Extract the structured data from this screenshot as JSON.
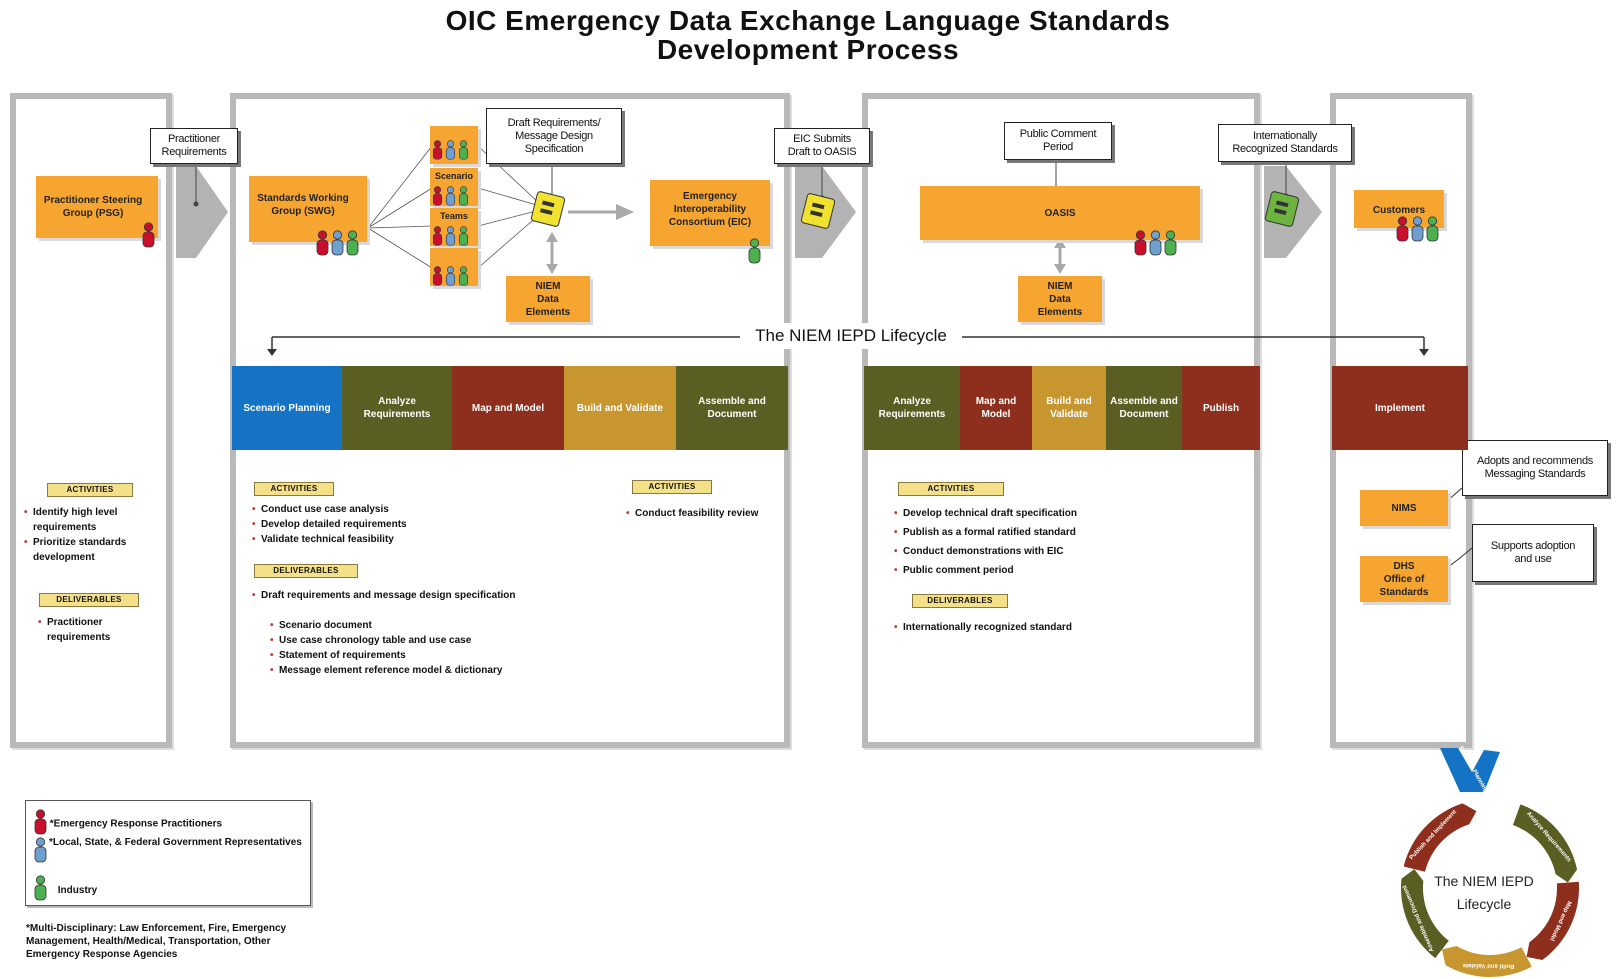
{
  "title": "OIC Emergency Data Exchange Language Standards\nDevelopment Process",
  "callouts": {
    "practitioner_requirements": "Practitioner Requirements",
    "draft_requirements": "Draft Requirements/ Message Design Specification",
    "eic_submits": "EIC Submits Draft to OASIS",
    "public_comment": "Public Comment Period",
    "intl_standards": "Internationally Recognized Standards",
    "adopts_recommends": "Adopts and recommends Messaging Standards",
    "supports_adoption": "Supports adoption and use"
  },
  "boxes": {
    "psg": "Practitioner Steering Group (PSG)",
    "swg": "Standards Working Group (SWG)",
    "scenario_teams_1": "Scenario",
    "scenario_teams_2": "Teams",
    "niem_elements_1": "NIEM Data Elements",
    "eic": "Emergency Interoperability Consortium (EIC)",
    "oasis": "OASIS",
    "niem_elements_2": "NIEM Data Elements",
    "customers": "Customers",
    "nims": "NIMS",
    "dhs": "DHS Office of Standards"
  },
  "lifecycle_title": "The NIEM IEPD Lifecycle",
  "stages_a": [
    {
      "label": "Scenario Planning",
      "color": "#1473c4"
    },
    {
      "label": "Analyze Requirements",
      "color": "#5a5e22"
    },
    {
      "label": "Map and Model",
      "color": "#8e2e1c"
    },
    {
      "label": "Build and Validate",
      "color": "#c8962f"
    },
    {
      "label": "Assemble and Document",
      "color": "#5a5e22"
    }
  ],
  "stages_b": [
    {
      "label": "Analyze Requirements",
      "color": "#5a5e22"
    },
    {
      "label": "Map and Model",
      "color": "#8e2e1c"
    },
    {
      "label": "Build and Validate",
      "color": "#c8962f"
    },
    {
      "label": "Assemble and Document",
      "color": "#5a5e22"
    },
    {
      "label": "Publish",
      "color": "#8e2e1c"
    }
  ],
  "stage_c": {
    "label": "Implement",
    "color": "#8e2e1c"
  },
  "tags": {
    "activities": "ACTIVITIES",
    "deliverables": "DELIVERABLES"
  },
  "panel1": {
    "activities": [
      "Identify high level requirements",
      "Prioritize standards development"
    ],
    "deliverables": [
      "Practitioner requirements"
    ]
  },
  "panel2": {
    "activities": [
      "Conduct use case analysis",
      "Develop detailed requirements",
      "Validate technical feasibility"
    ],
    "activities_right": [
      "Conduct feasibility review"
    ],
    "deliverables": [
      "Draft requirements and message design specification"
    ],
    "deliverables_sub": [
      "Scenario document",
      "Use case chronology table and use case",
      "Statement of requirements",
      "Message element reference model & dictionary"
    ]
  },
  "panel3": {
    "activities": [
      "Develop technical draft specification",
      "Publish as a formal ratified standard",
      "Conduct demonstrations with EIC",
      "Public comment period"
    ],
    "deliverables": [
      "Internationally recognized standard"
    ]
  },
  "legend": {
    "erp": "*Emergency Response Practitioners",
    "gov": "*Local, State, & Federal Government Representatives",
    "industry": "Industry",
    "footnote": "*Multi-Disciplinary: Law Enforcement, Fire, Emergency Management, Health/Medical, Transportation, Other Emergency Response Agencies"
  },
  "cycle": {
    "title": "The NIEM IEPD Lifecycle",
    "segments": [
      "Scenario Planning",
      "Analyze Requirements",
      "Map and Model",
      "Build and Validate",
      "Assemble and Document",
      "Publish and Implement"
    ]
  },
  "colors": {
    "red": "#c8102e",
    "blue": "#6f9fcf",
    "green": "#4caf50",
    "orange": "#f7a531"
  }
}
